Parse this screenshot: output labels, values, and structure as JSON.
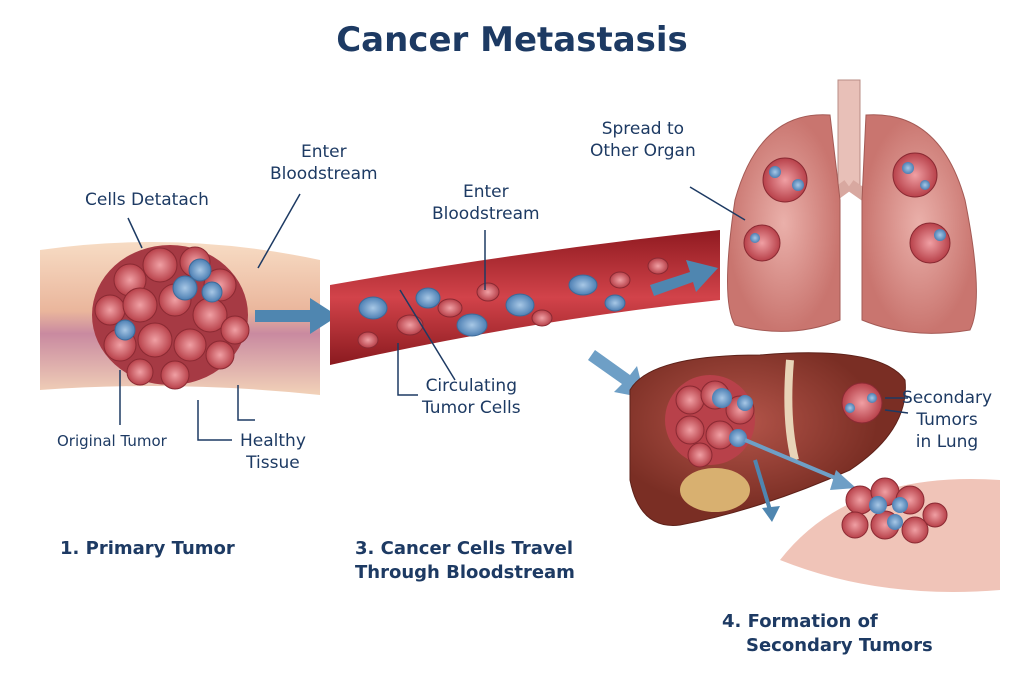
{
  "title": "Cancer Metastasis",
  "labels": {
    "cells_detach": "Cells  Detatach",
    "enter_bloodstream_1": [
      "Enter",
      "Bloodstream"
    ],
    "enter_bloodstream_2": [
      "Enter",
      "Bloodstream"
    ],
    "spread_to_other_organ": [
      "Spread to",
      "Other Organ"
    ],
    "original_tumor": "Original Tumor",
    "healthy_tissue": [
      "Healthy",
      "Tissue"
    ],
    "circulating_tumor_cells": [
      "Circulating",
      "Tumor Cells"
    ],
    "secondary_tumors_in_lung": [
      "Secondary",
      "Tumors",
      "in Lung"
    ]
  },
  "steps": {
    "step1": "1. Primary Tumor",
    "step3": [
      "3. Cancer Cells Travel",
      "Through Bloodstream"
    ],
    "step4": [
      "4. Formation of",
      "Secondary Tumors"
    ]
  },
  "colors": {
    "text": "#1d3a63",
    "tumor": "#c9545c",
    "tumor_blue": "#6f9dc9",
    "vessel": "#b4262c",
    "lung": "#d9948f",
    "liver": "#8f3a2e",
    "arrow": "#4f86b0",
    "tissue": "#f0c8a8"
  }
}
